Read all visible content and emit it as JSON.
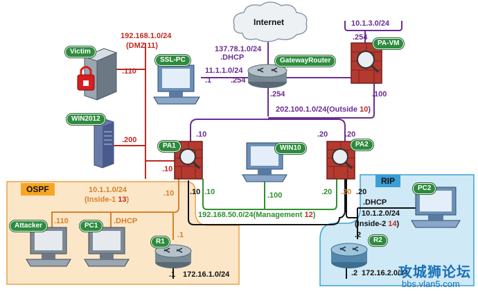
{
  "zones": {
    "ospf": "OSPF",
    "rip": "RIP"
  },
  "cloud": {
    "label": "Internet"
  },
  "devices": {
    "victim": "Victim",
    "ssl_pc": "SSL-PC",
    "gateway_router": "GatewayRouter",
    "pa_vm": "PA-VM",
    "win2012": "WIN2012",
    "pa1": "PA1",
    "win10": "WIN10",
    "pa2": "PA2",
    "pc2": "PC2",
    "attacker": "Attacker",
    "pc1": "PC1",
    "r1": "R1",
    "r2": "R2"
  },
  "networks": {
    "dmz": {
      "subnet": "192.168.1.0/24",
      "name": "(DMZ ",
      "num": "11",
      "close": ")"
    },
    "internet_net": {
      "subnet": "137.78.1.0/24",
      "dhcp": ".DHCP"
    },
    "sslpc_net": {
      "subnet": "11.1.1.0/24",
      "host": ".1",
      "router": ".254"
    },
    "pavm_net": {
      "subnet": "10.1.3.0/24",
      "host": ".254"
    },
    "outside": {
      "subnet": "202.100.1.0/24",
      "name": "(Outside ",
      "num": "10",
      "close": ")"
    },
    "inside1": {
      "subnet": "10.1.1.0/24",
      "name": "(Inside-1 ",
      "num": "13",
      "close": ")"
    },
    "management": {
      "subnet": "192.168.50.0/24",
      "name": "(Management ",
      "num": "12",
      "close": ")"
    },
    "inside2": {
      "dhcp": ".DHCP",
      "subnet": "10.1.2.0/24",
      "name": "(Inside-2 ",
      "num": "14",
      "close": ")"
    },
    "r1_net": {
      "subnet": "172.16.1.0/24"
    },
    "r2_net": {
      "subnet": "172.16.2.0/24"
    }
  },
  "interfaces": {
    "victim": ".110",
    "win2012": ".200",
    "gw_outside": ".254",
    "pavm_outside": ".100",
    "pa1_outside": ".10",
    "pa2_outside_a": ".20",
    "pa2_outside_b": ".20",
    "pa1_dmz": ".10",
    "pa1_inside": ".10",
    "pa1_mgmt_a": ".10",
    "pa1_mgmt_b": ".10",
    "win10": ".100",
    "pa2_mgmt_a": ".20",
    "pa2_mgmt_b": ".20",
    "pa2_inside": ".20",
    "attacker": ".110",
    "pc1": ".DHCP",
    "r1_top": ".1",
    "r1_bottom": ".1",
    "r2_top": ".2",
    "r2_bottom": ".2"
  },
  "watermark": {
    "title": "攻城狮论坛",
    "url": "bbs.vlan5.com"
  },
  "colors": {
    "dmz": "#c0281f",
    "outside": "#6a2c91",
    "inside1": "#d4822a",
    "management": "#2f8f2f",
    "ospf_zone": "#fce6c8",
    "rip_zone": "#cfe9f6",
    "badge": "#2e8b3e"
  }
}
